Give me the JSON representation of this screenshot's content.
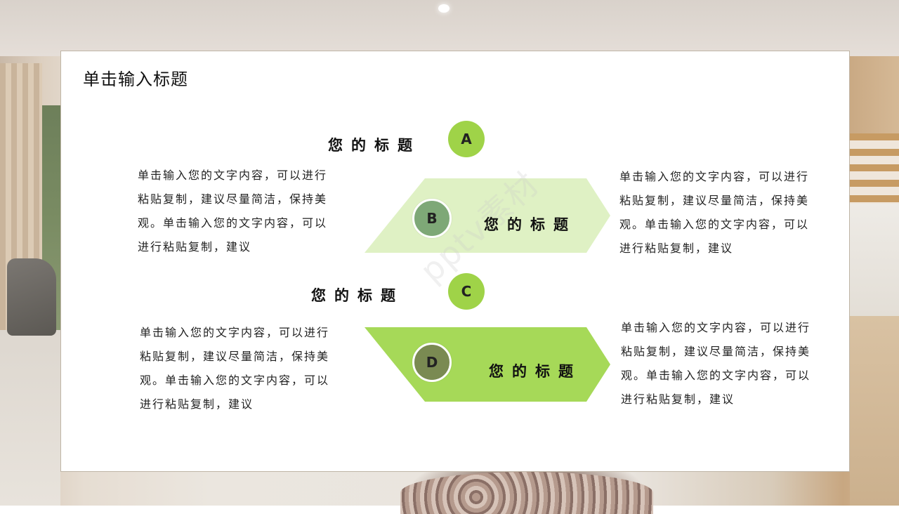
{
  "slide": {
    "title": "单击输入标题",
    "watermark": "pptv素材"
  },
  "blocks": [
    {
      "badge": "A",
      "heading": "您的标题",
      "text": "单击输入您的文字内容，可以进行粘贴复制，建议尽量简洁，保持美观。单击输入您的文字内容，可以进行粘贴复制，建议"
    },
    {
      "badge": "B",
      "heading": "您的标题",
      "text": "单击输入您的文字内容，可以进行粘贴复制，建议尽量简洁，保持美观。单击输入您的文字内容，可以进行粘贴复制，建议"
    },
    {
      "badge": "C",
      "heading": "您的标题",
      "text": "单击输入您的文字内容，可以进行粘贴复制，建议尽量简洁，保持美观。单击输入您的文字内容，可以进行粘贴复制，建议"
    },
    {
      "badge": "D",
      "heading": "您的标题",
      "text": "单击输入您的文字内容，可以进行粘贴复制，建议尽量简洁，保持美观。单击输入您的文字内容，可以进行粘贴复制，建议"
    }
  ],
  "colors": {
    "accent_light": "#dff1c4",
    "accent": "#a6d958",
    "circle_light": "#9fd348",
    "circle_b": "#7ea877",
    "circle_d": "#7a8a52"
  },
  "icons": [
    "banner-arrow-shape",
    "badge-circle"
  ]
}
